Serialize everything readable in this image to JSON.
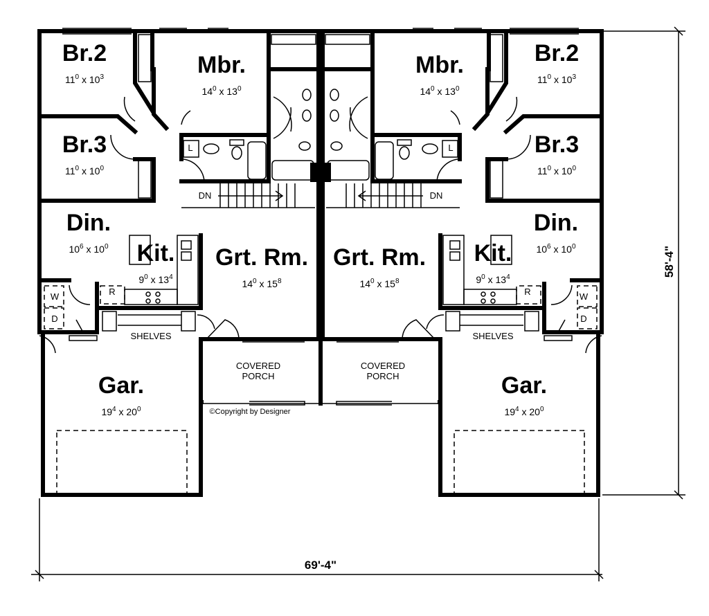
{
  "title": "Duplex Floor Plan",
  "units": [
    {
      "side": "left",
      "rooms": [
        {
          "id": "br2",
          "name": "Br.2",
          "w": "11",
          "ws": "0",
          "h": "10",
          "hs": "3"
        },
        {
          "id": "br3",
          "name": "Br.3",
          "w": "11",
          "ws": "0",
          "h": "10",
          "hs": "0"
        },
        {
          "id": "mbr",
          "name": "Mbr.",
          "w": "14",
          "ws": "0",
          "h": "13",
          "hs": "0"
        },
        {
          "id": "din",
          "name": "Din.",
          "w": "10",
          "ws": "6",
          "h": "10",
          "hs": "0"
        },
        {
          "id": "kit",
          "name": "Kit.",
          "w": "9",
          "ws": "0",
          "h": "13",
          "hs": "4"
        },
        {
          "id": "grt",
          "name": "Grt. Rm.",
          "w": "14",
          "ws": "0",
          "h": "15",
          "hs": "8"
        },
        {
          "id": "gar",
          "name": "Gar.",
          "w": "19",
          "ws": "4",
          "h": "20",
          "hs": "0"
        }
      ],
      "porch_line1": "COVERED",
      "porch_line2": "PORCH",
      "shelves": "SHELVES",
      "stairs": "DN",
      "linen": "L",
      "refrigerator": "R",
      "washer": "W",
      "dryer": "D"
    },
    {
      "side": "right",
      "rooms": [
        {
          "id": "br2",
          "name": "Br.2",
          "w": "11",
          "ws": "0",
          "h": "10",
          "hs": "3"
        },
        {
          "id": "br3",
          "name": "Br.3",
          "w": "11",
          "ws": "0",
          "h": "10",
          "hs": "0"
        },
        {
          "id": "mbr",
          "name": "Mbr.",
          "w": "14",
          "ws": "0",
          "h": "13",
          "hs": "0"
        },
        {
          "id": "din",
          "name": "Din.",
          "w": "10",
          "ws": "6",
          "h": "10",
          "hs": "0"
        },
        {
          "id": "kit",
          "name": "Kit.",
          "w": "9",
          "ws": "0",
          "h": "13",
          "hs": "4"
        },
        {
          "id": "grt",
          "name": "Grt. Rm.",
          "w": "14",
          "ws": "0",
          "h": "15",
          "hs": "8"
        },
        {
          "id": "gar",
          "name": "Gar.",
          "w": "19",
          "ws": "4",
          "h": "20",
          "hs": "0"
        }
      ],
      "porch_line1": "COVERED",
      "porch_line2": "PORCH",
      "shelves": "SHELVES",
      "stairs": "DN",
      "linen": "L",
      "refrigerator": "R",
      "washer": "W",
      "dryer": "D"
    }
  ],
  "copyright": "©Copyright by Designer",
  "dimensions": {
    "overall_width": "69'-4\"",
    "overall_depth": "58'-4\""
  }
}
